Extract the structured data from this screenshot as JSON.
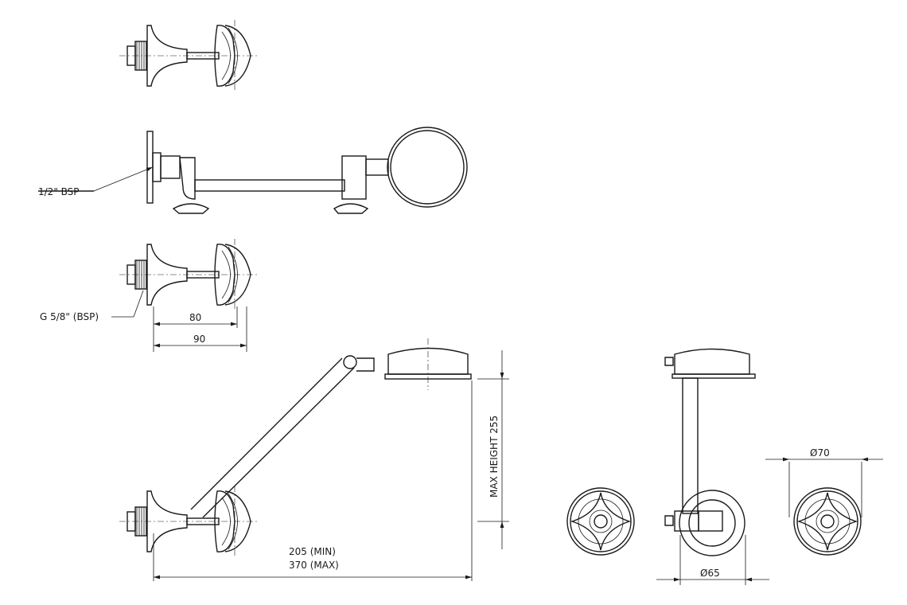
{
  "labels": {
    "thread_half": "1/2\" BSP",
    "thread_g58": "G 5/8\" (BSP)",
    "dim_80": "80",
    "dim_90": "90",
    "max_height": "MAX HEIGHT 255",
    "reach_min": "205 (MIN)",
    "reach_max": "370 (MAX)",
    "dia_70": "Ø70",
    "dia_65": "Ø65"
  }
}
